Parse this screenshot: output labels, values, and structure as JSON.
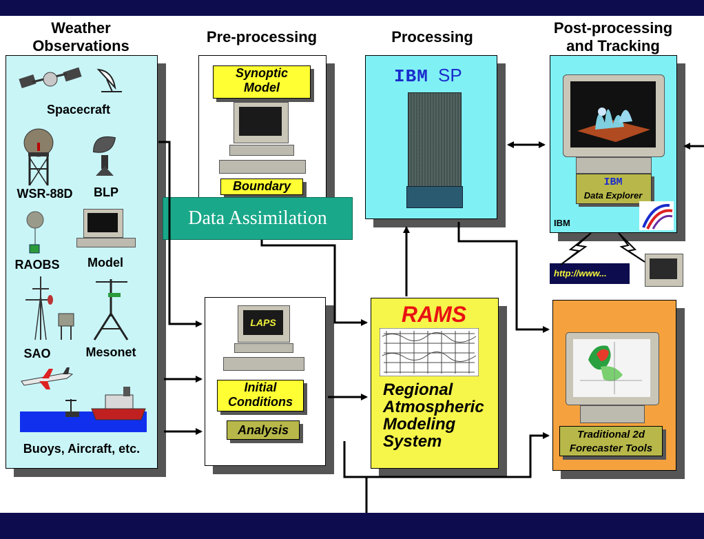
{
  "headers": {
    "observations": "Weather\nObservations",
    "preprocessing": "Pre-processing",
    "processing": "Processing",
    "postprocessing": "Post-processing\nand Tracking"
  },
  "observations": {
    "spacecraft": "Spacecraft",
    "wsr88d": "WSR-88D",
    "blp": "BLP",
    "raobs": "RAOBS",
    "model": "Model",
    "sao": "SAO",
    "mesonet": "Mesonet",
    "buoys": "Buoys, Aircraft, etc."
  },
  "preprocessing": {
    "synoptic_model": "Synoptic\nModel",
    "boundary": "Boundary",
    "data_assimilation": "Data Assimilation",
    "laps": "LAPS",
    "initial_conditions": "Initial\nConditions",
    "analysis": "Analysis"
  },
  "processing": {
    "ibm_logo": "IBM",
    "sp": "SP",
    "rams": "RAMS",
    "rams_full": "Regional\nAtmospheric\nModeling\nSystem"
  },
  "postprocessing": {
    "ibm_logo": "IBM",
    "data_explorer": "Data Explorer",
    "ibm": "IBM",
    "url": "http://www...",
    "traditional_tools": "Traditional 2d\nForecaster Tools"
  },
  "colors": {
    "background_band": "#0c0c4e",
    "obs_panel": "#c9f5f7",
    "processing_panel": "#7ff0f4",
    "yellow": "#ffff33",
    "olive": "#b8b84a",
    "assimilation": "#1aa88a",
    "rams_panel": "#f6f54a",
    "orange": "#f5a23e",
    "ibm_blue": "#1a2ccc",
    "rams_red": "#e81212"
  },
  "icons": [
    "spacecraft-icon",
    "satellite-dish-icon",
    "radar-icon",
    "radar-dish-icon",
    "balloon-icon",
    "computer-icon",
    "tower-icon",
    "mesonet-icon",
    "aircraft-icon",
    "ship-icon",
    "supercomputer-icon",
    "workstation-icon",
    "globe-icon",
    "small-monitor-icon"
  ]
}
